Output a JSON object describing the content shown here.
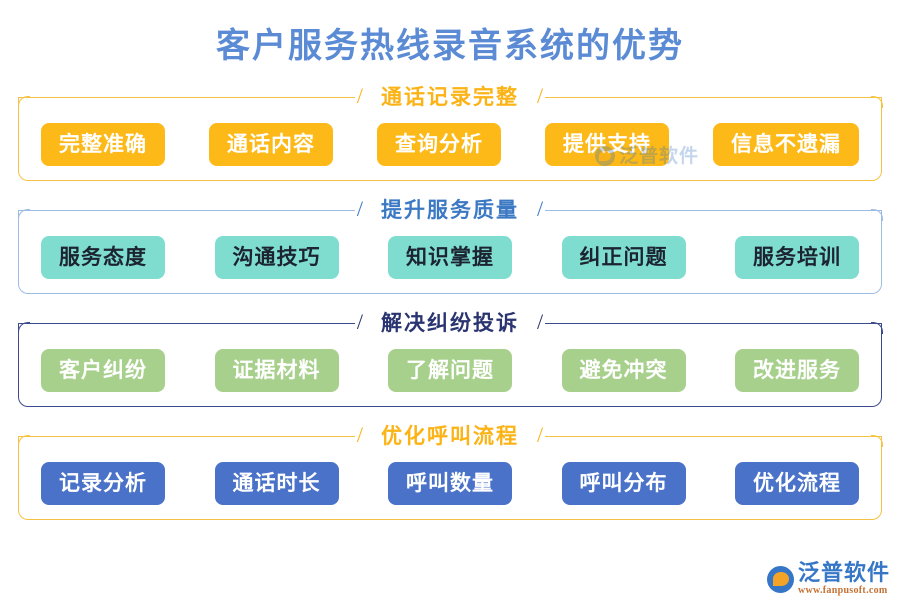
{
  "title": "客户服务热线录音系统的优势",
  "title_color": "#5B8BD4",
  "decoration": {
    "slash": "/"
  },
  "sections": [
    {
      "heading": "通话记录完整",
      "heading_color": "#FBB315",
      "border_color": "#F5C243",
      "pill_bg": "#FCB917",
      "pill_text_color": "#FFFFFF",
      "items": [
        "完整准确",
        "通话内容",
        "查询分析",
        "提供支持",
        "信息不遗漏"
      ]
    },
    {
      "heading": "提升服务质量",
      "heading_color": "#3C79C4",
      "border_color": "#9DBCE4",
      "pill_bg": "#7FDDD0",
      "pill_text_color": "#1B2430",
      "items": [
        "服务态度",
        "沟通技巧",
        "知识掌握",
        "纠正问题",
        "服务培训"
      ]
    },
    {
      "heading": "解决纠纷投诉",
      "heading_color": "#2A3470",
      "border_color": "#3B4A8C",
      "pill_bg": "#A8D08D",
      "pill_text_color": "#FFFFFF",
      "items": [
        "客户纠纷",
        "证据材料",
        "了解问题",
        "避免冲突",
        "改进服务"
      ]
    },
    {
      "heading": "优化呼叫流程",
      "heading_color": "#FBB315",
      "border_color": "#F5C243",
      "pill_bg": "#4A72C8",
      "pill_text_color": "#FFFFFF",
      "items": [
        "记录分析",
        "通话时长",
        "呼叫数量",
        "呼叫分布",
        "优化流程"
      ]
    }
  ],
  "watermark": {
    "name": "泛普软件",
    "url": "www.fanpusoft.com"
  }
}
